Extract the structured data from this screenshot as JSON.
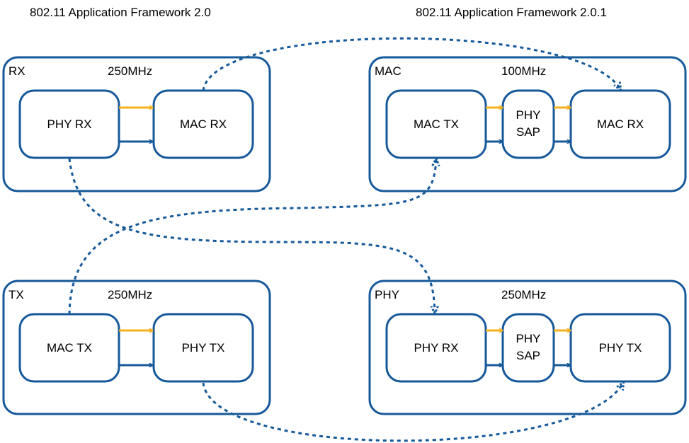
{
  "titles": {
    "left": "802.11 Application Framework 2.0",
    "right": "802.11 Application Framework 2.0.1"
  },
  "colors": {
    "box_stroke": "#16599A",
    "arrow_primary": "#F5B01B",
    "arrow_secondary": "#16599A",
    "dashed_link": "#16599A"
  },
  "groups": {
    "rx": {
      "name": "RX",
      "clock": "250MHz",
      "blocks": {
        "a": "PHY RX",
        "b": "MAC RX"
      }
    },
    "tx": {
      "name": "TX",
      "clock": "250MHz",
      "blocks": {
        "a": "MAC TX",
        "b": "PHY TX"
      }
    },
    "mac": {
      "name": "MAC",
      "clock": "100MHz",
      "blocks": {
        "a": "MAC TX",
        "sap_line1": "PHY",
        "sap_line2": "SAP",
        "b": "MAC RX"
      }
    },
    "phy": {
      "name": "PHY",
      "clock": "250MHz",
      "blocks": {
        "a": "PHY RX",
        "sap_line1": "PHY",
        "sap_line2": "SAP",
        "b": "PHY TX"
      }
    }
  }
}
